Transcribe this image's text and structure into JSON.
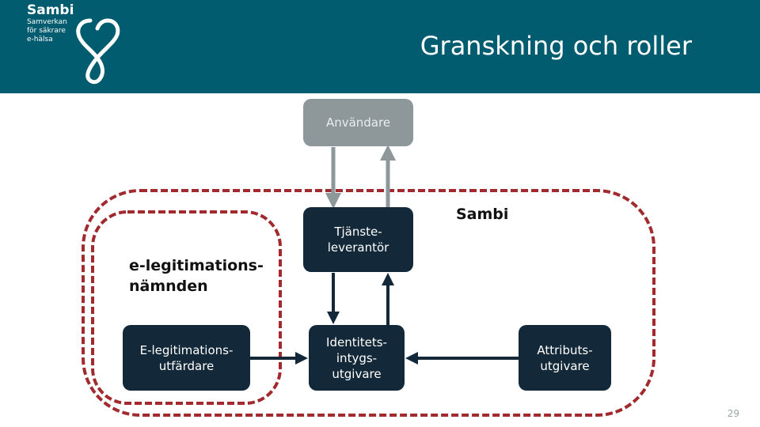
{
  "header": {
    "logo": {
      "name": "Sambi",
      "tagline_lines": [
        "Samverkan",
        "för säkrare",
        "e-hälsa"
      ]
    },
    "title": "Granskning och roller"
  },
  "diagram": {
    "nodes": {
      "user": "Användare",
      "service_provider": "Tjänste-\nleverantör",
      "identity_issuer": "Identitets-\nintygs-\nutgivare",
      "eid_issuer": "E-legitimations-\nutfärdare",
      "attribute_issuer": "Attributs-\nutgivare"
    },
    "regions": {
      "sambi": "Sambi",
      "eleg_board": "e-legitimations-\nnämnden"
    }
  },
  "colors": {
    "header_bg": "#005c6e",
    "dark_box": "#13293a",
    "gray_box": "#8e989b",
    "dashed_border": "#a12a2e",
    "gray_arrow": "#8e989b"
  },
  "page_number": "29"
}
